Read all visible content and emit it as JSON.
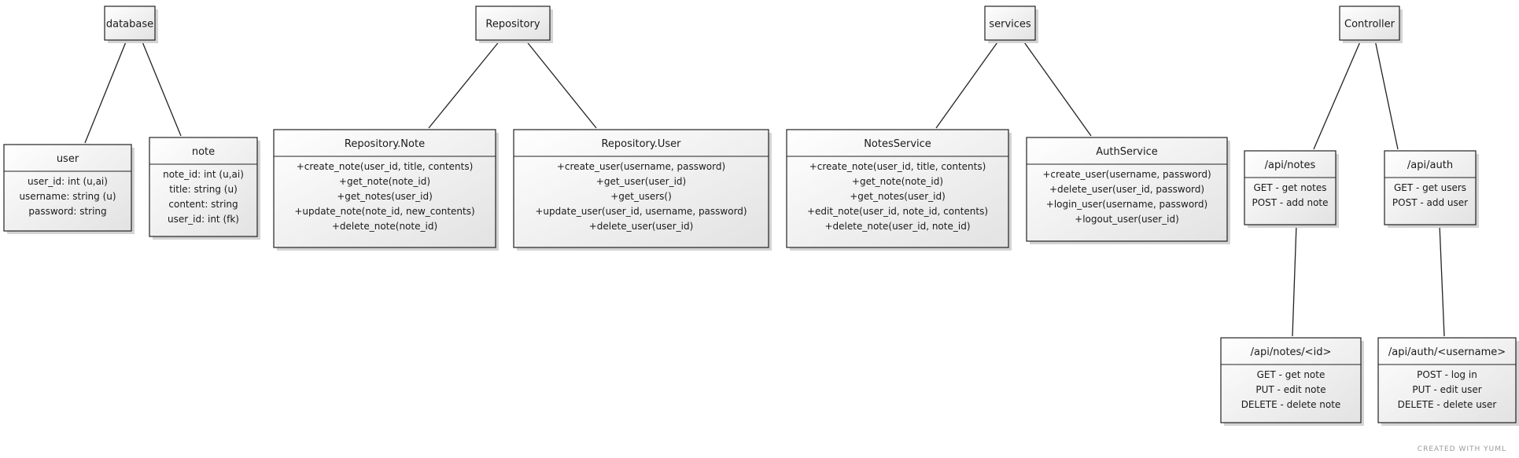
{
  "diagram": {
    "nodes": [
      {
        "id": "database",
        "title": "database",
        "lines": []
      },
      {
        "id": "repository",
        "title": "Repository",
        "lines": []
      },
      {
        "id": "services",
        "title": "services",
        "lines": []
      },
      {
        "id": "controller",
        "title": "Controller",
        "lines": []
      },
      {
        "id": "user",
        "title": "user",
        "lines": [
          "user_id: int (u,ai)",
          "username: string (u)",
          "password: string"
        ]
      },
      {
        "id": "note",
        "title": "note",
        "lines": [
          "note_id: int (u,ai)",
          "title: string (u)",
          "content: string",
          "user_id: int (fk)"
        ]
      },
      {
        "id": "repository-note",
        "title": "Repository.Note",
        "lines": [
          "+create_note(user_id, title, contents)",
          "+get_note(note_id)",
          "+get_notes(user_id)",
          "+update_note(note_id, new_contents)",
          "+delete_note(note_id)"
        ]
      },
      {
        "id": "repository-user",
        "title": "Repository.User",
        "lines": [
          "+create_user(username, password)",
          "+get_user(user_id)",
          "+get_users()",
          "+update_user(user_id, username, password)",
          "+delete_user(user_id)"
        ]
      },
      {
        "id": "notes-service",
        "title": "NotesService",
        "lines": [
          "+create_note(user_id, title, contents)",
          "+get_note(note_id)",
          "+get_notes(user_id)",
          "+edit_note(user_id, note_id, contents)",
          "+delete_note(user_id, note_id)"
        ]
      },
      {
        "id": "auth-service",
        "title": "AuthService",
        "lines": [
          "+create_user(username, password)",
          "+delete_user(user_id, password)",
          "+login_user(username, password)",
          "+logout_user(user_id)"
        ]
      },
      {
        "id": "api-notes",
        "title": "/api/notes",
        "lines": [
          "GET - get notes",
          "POST - add note"
        ]
      },
      {
        "id": "api-auth",
        "title": "/api/auth",
        "lines": [
          "GET - get users",
          "POST - add user"
        ]
      },
      {
        "id": "api-notes-id",
        "title": "/api/notes/<id>",
        "lines": [
          "GET - get note",
          "PUT - edit note",
          "DELETE - delete note"
        ]
      },
      {
        "id": "api-auth-username",
        "title": "/api/auth/<username>",
        "lines": [
          "POST - log in",
          "PUT - edit user",
          "DELETE - delete user"
        ]
      }
    ],
    "edges": [
      [
        "database",
        "user"
      ],
      [
        "database",
        "note"
      ],
      [
        "repository",
        "repository-note"
      ],
      [
        "repository",
        "repository-user"
      ],
      [
        "services",
        "notes-service"
      ],
      [
        "services",
        "auth-service"
      ],
      [
        "controller",
        "api-notes"
      ],
      [
        "controller",
        "api-auth"
      ],
      [
        "api-notes",
        "api-notes-id"
      ],
      [
        "api-auth",
        "api-auth-username"
      ]
    ]
  },
  "footer": {
    "text": "CREATED WITH YUML"
  }
}
